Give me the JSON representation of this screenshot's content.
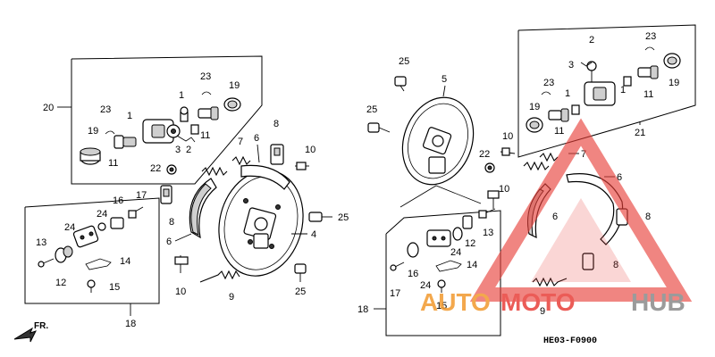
{
  "diagram": {
    "code": "HE03-F0900",
    "direction_label": "FR.",
    "watermark": {
      "part1": "AUTO",
      "part2": "MOTO",
      "part3": "HUB",
      "accent_color": "#e8403a",
      "secondary_color": "#f29a2e",
      "hub_color": "#8a8a8a"
    },
    "callouts": {
      "c20": "20",
      "c23a": "23",
      "c1a": "1",
      "c19a": "19",
      "c23b": "23",
      "c1b": "1",
      "c19b": "19",
      "c11a": "11",
      "c3a": "3",
      "c2a": "2",
      "c11b": "11",
      "c8a": "8",
      "c7a": "7",
      "c6a": "6",
      "c10a": "10",
      "c22a": "22",
      "c17a": "17",
      "c16a": "16",
      "c24a": "24",
      "c24b": "24",
      "c13a": "13",
      "c8b": "8",
      "c6b": "6",
      "c4": "4",
      "c25a": "25",
      "c14a": "14",
      "c12a": "12",
      "c15a": "15",
      "c10b": "10",
      "c9a": "9",
      "c25b": "25",
      "c18a": "18",
      "c25c": "25",
      "c5": "5",
      "c25d": "25",
      "c22b": "22",
      "c10c": "10",
      "c10d": "10",
      "c13b": "13",
      "c12b": "12",
      "c24c": "24",
      "c14b": "14",
      "c16b": "16",
      "c17b": "17",
      "c24d": "24",
      "c15b": "15",
      "c18b": "18",
      "c2b": "2",
      "c23c": "23",
      "c3b": "3",
      "c1c": "1",
      "c23d": "23",
      "c19c": "19",
      "c1d": "1",
      "c11c": "11",
      "c11d": "11",
      "c19d": "19",
      "c21": "21",
      "c7b": "7",
      "c6c": "6",
      "c6d": "6",
      "c8c": "8",
      "c8d": "8",
      "c9b": "9"
    }
  }
}
